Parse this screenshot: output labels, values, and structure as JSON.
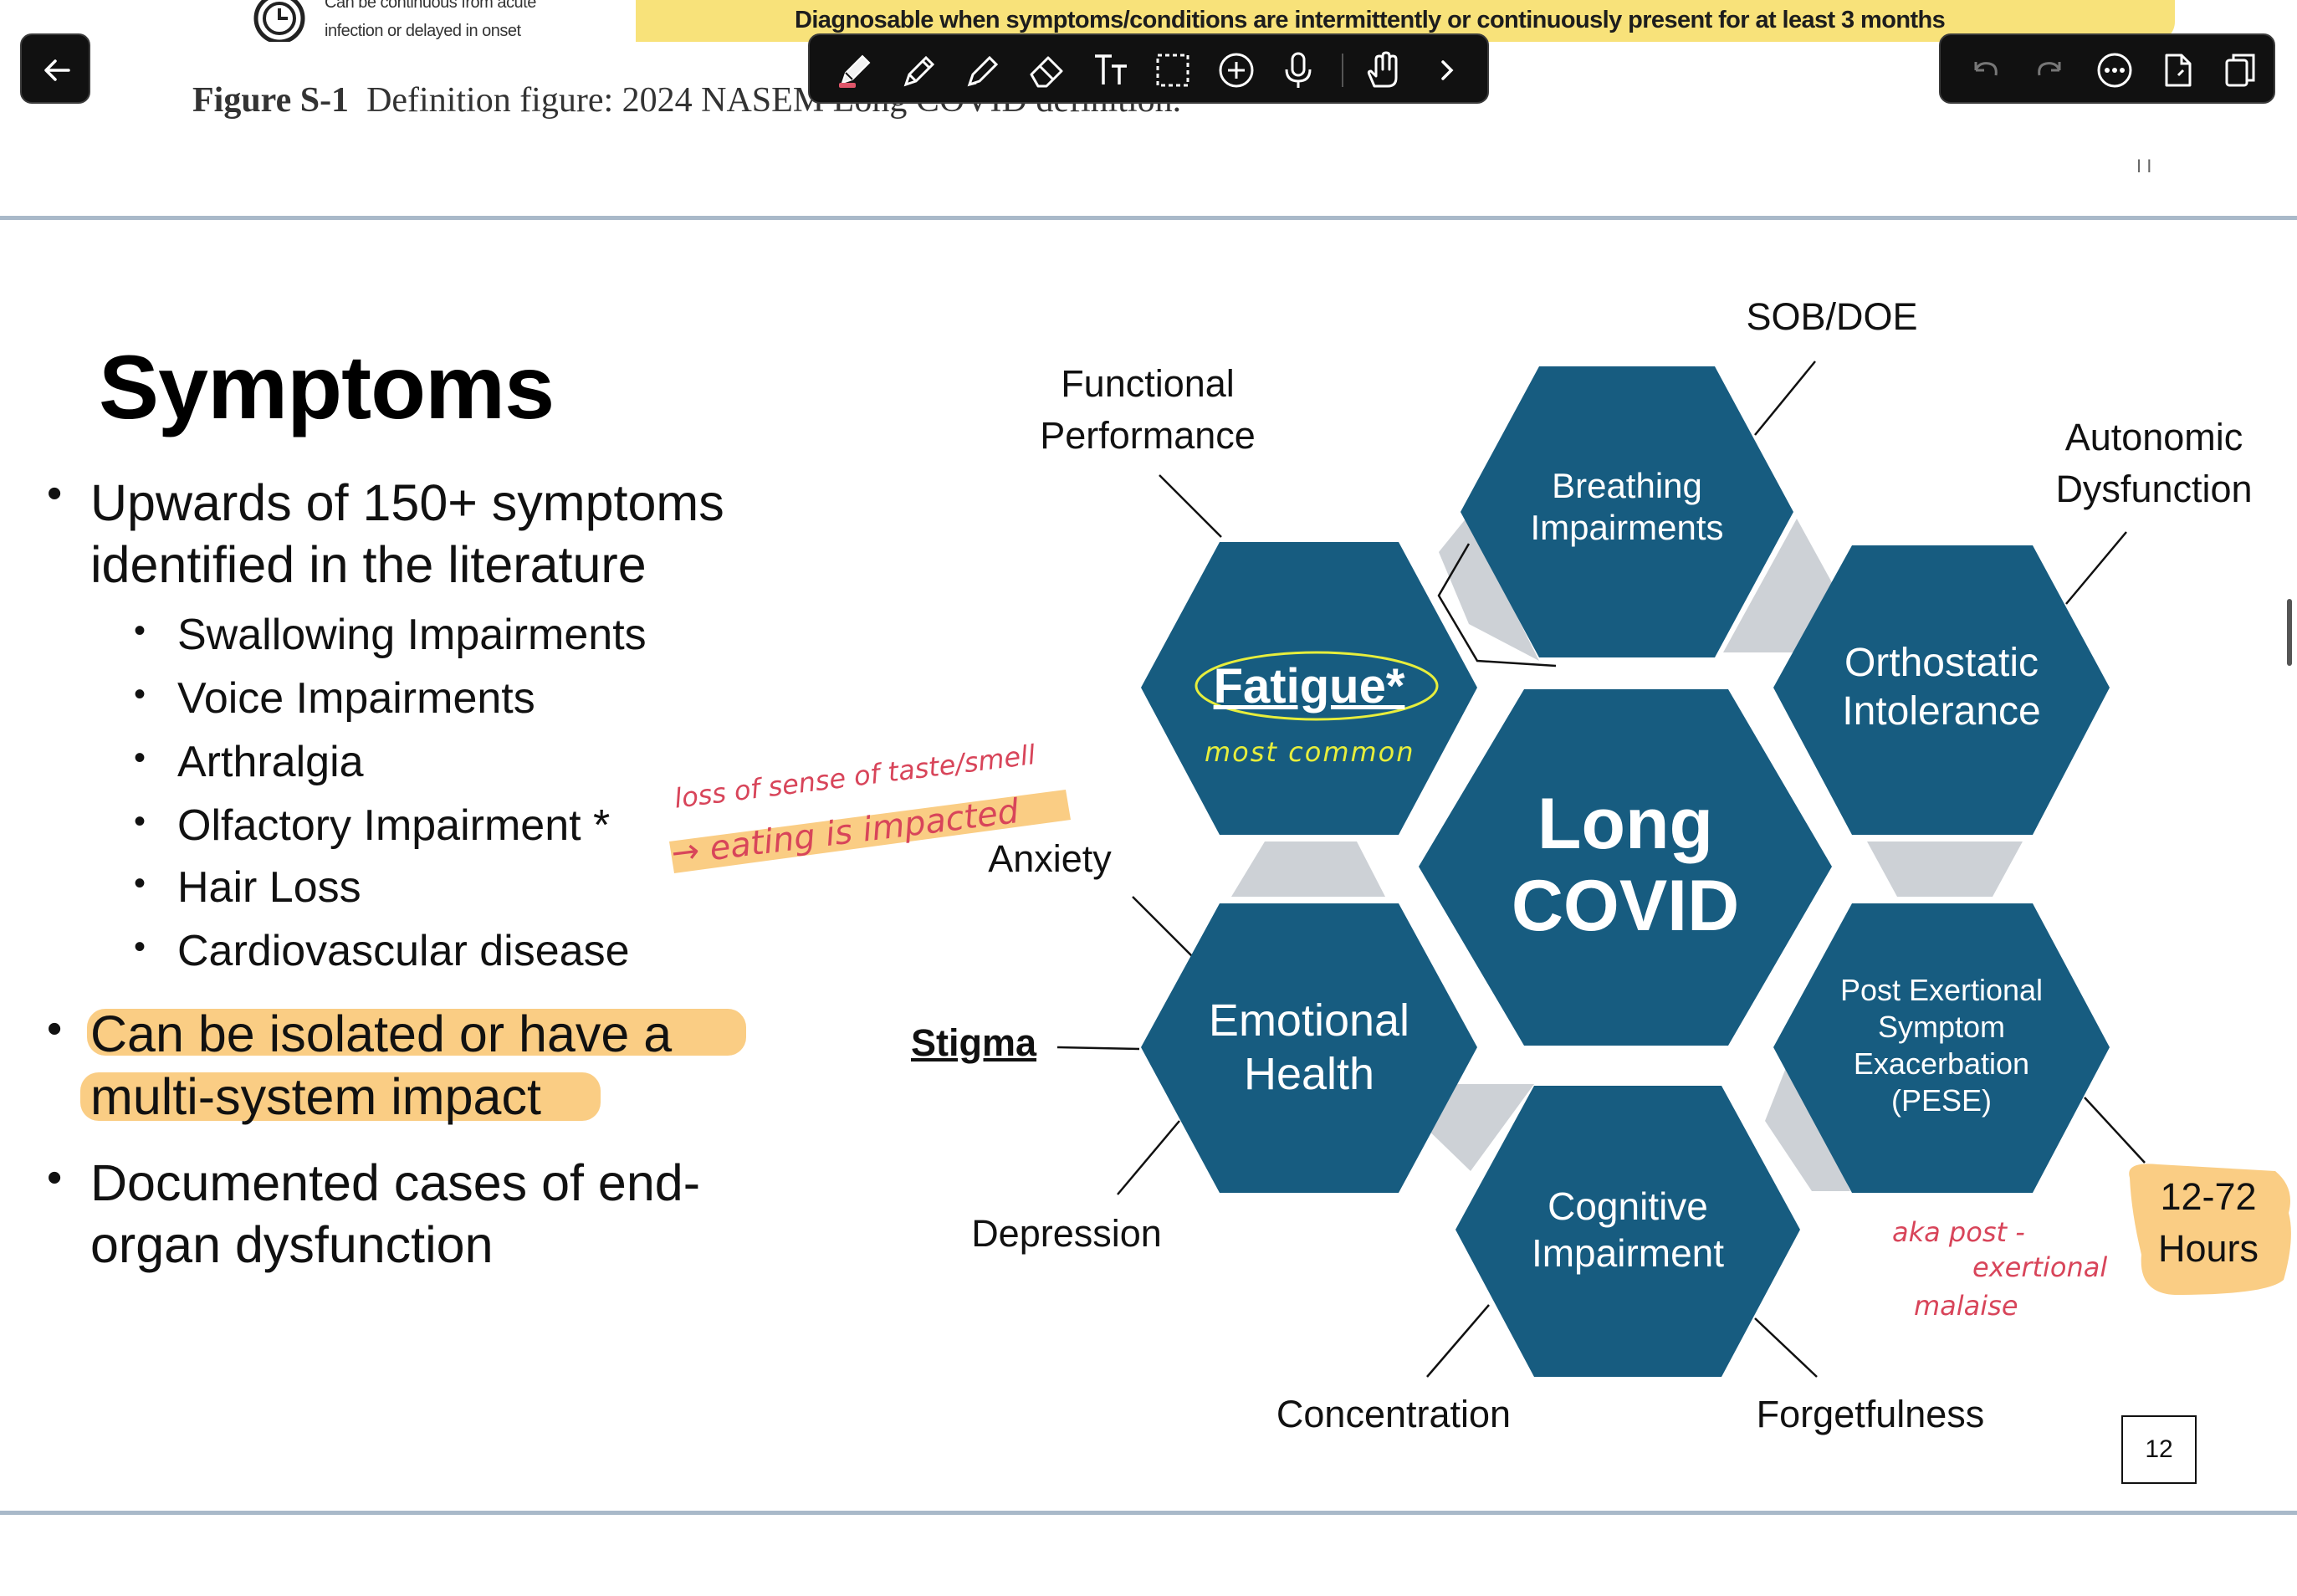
{
  "previous_page": {
    "note_line1": "Can be continuous from acute",
    "note_line2": "infection or delayed in onset",
    "highlight_text": "Diagnosable when symptoms/conditions are intermittently or continuously present for at least 3 months",
    "figure_caption_label": "Figure S-1",
    "figure_caption_text": "Definition figure: 2024 NASEM Long COVID definition.",
    "tick_mark": "I I"
  },
  "toolbar": {
    "back_icon": "arrow-left-icon",
    "tools": [
      "highlighter-pen-icon",
      "pen-icon",
      "pencil-icon",
      "eraser-icon",
      "text-tool-icon",
      "lasso-select-icon",
      "add-shape-icon",
      "microphone-icon",
      "hand-touch-icon",
      "chevron-right-icon"
    ],
    "right_tools": [
      "undo-icon",
      "redo-icon",
      "more-options-icon",
      "add-page-icon",
      "pages-icon"
    ],
    "colors": {
      "bar_bg": "#111111",
      "icon": "#ffffff",
      "active_pen": "#e0566a"
    }
  },
  "slide": {
    "title": "Symptoms",
    "bullet1_line1": "Upwards of 150+ symptoms",
    "bullet1_line2": "identified in the literature",
    "sub_bullets": [
      "Swallowing Impairments",
      "Voice Impairments",
      "Arthralgia",
      "Olfactory Impairment *",
      "Hair Loss",
      "Cardiovascular disease"
    ],
    "bullet2_line1": "Can be isolated or have a",
    "bullet2_line2": "multi-system impact",
    "bullet3_line1": "Documented cases of end-",
    "bullet3_line2": "organ dysfunction",
    "page_number": "12"
  },
  "diagram": {
    "center_line1": "Long",
    "center_line2": "COVID",
    "hex_breathing_1": "Breathing",
    "hex_breathing_2": "Impairments",
    "hex_fatigue": "Fatigue*",
    "hex_orthostatic_1": "Orthostatic",
    "hex_orthostatic_2": "Intolerance",
    "hex_emotional_1": "Emotional",
    "hex_emotional_2": "Health",
    "hex_pese_1": "Post Exertional",
    "hex_pese_2": "Symptom",
    "hex_pese_3": "Exacerbation",
    "hex_pese_4": "(PESE)",
    "hex_cognitive_1": "Cognitive",
    "hex_cognitive_2": "Impairment",
    "label_sob": "SOB/DOE",
    "label_functional_1": "Functional",
    "label_functional_2": "Performance",
    "label_autonomic_1": "Autonomic",
    "label_autonomic_2": "Dysfunction",
    "label_anxiety": "Anxiety",
    "label_stigma": "Stigma",
    "label_depression": "Depression",
    "label_concentration": "Concentration",
    "label_forgetfulness": "Forgetfulness",
    "label_hours_1": "12-72",
    "label_hours_2": "Hours",
    "colors": {
      "hex_fill": "#175c80",
      "connector": "#cdd1d6"
    }
  },
  "annotations": {
    "most_common": "most common",
    "olfactory_note_1": "loss of sense of taste/smell",
    "olfactory_note_2": "→ eating is impacted",
    "pese_note_1": "aka post -",
    "pese_note_2": "exertional",
    "pese_note_3": "malaise",
    "colors": {
      "red_ink": "#d8455a",
      "yellow_ink": "#e7ee3c",
      "highlighter": "#f9c877"
    }
  }
}
